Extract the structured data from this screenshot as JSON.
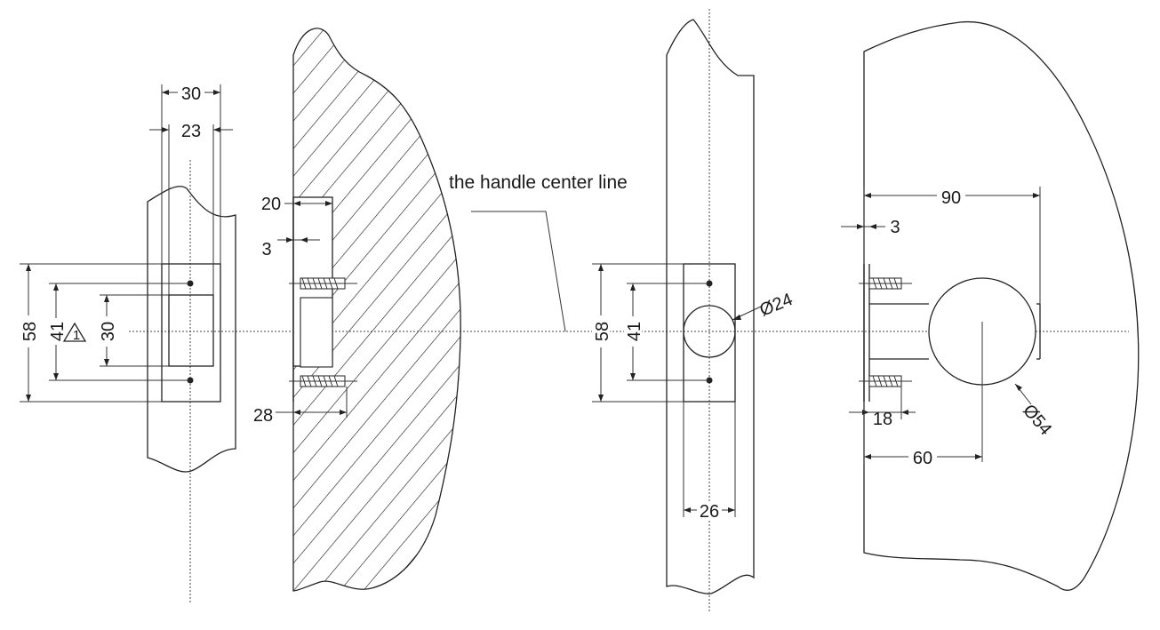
{
  "annotation": {
    "handle_center_line": "the handle center line"
  },
  "dims": {
    "v1_width_30": "30",
    "v1_width_23": "23",
    "v1_height_58": "58",
    "v1_height_41": "41",
    "v1_height_30": "30",
    "v1_triangle_note": "1",
    "v2_20": "20",
    "v2_3": "3",
    "v2_28": "28",
    "v3_58": "58",
    "v3_41": "41",
    "v3_dia24": "Ø24",
    "v3_26": "26",
    "v4_90": "90",
    "v4_3": "3",
    "v4_18": "18",
    "v4_60": "60",
    "v4_dia54": "Ø54"
  }
}
